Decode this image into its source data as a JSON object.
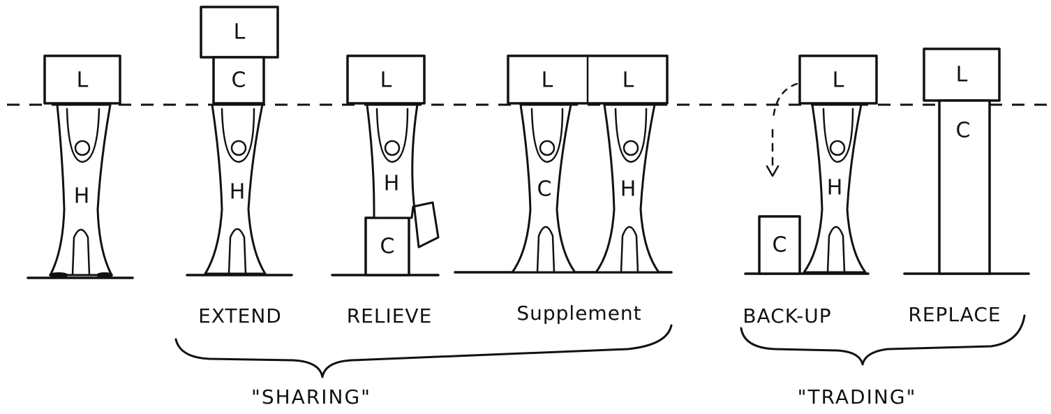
{
  "letters": {
    "load": "L",
    "computer": "C",
    "human": "H"
  },
  "captions": {
    "extend": "EXTEND",
    "relieve": "RELIEVE",
    "supplement": "Supplement",
    "backup": "BACK-UP",
    "replace": "REPLACE"
  },
  "groups": {
    "sharing": "\"SHARING\"",
    "trading": "\"TRADING\""
  }
}
